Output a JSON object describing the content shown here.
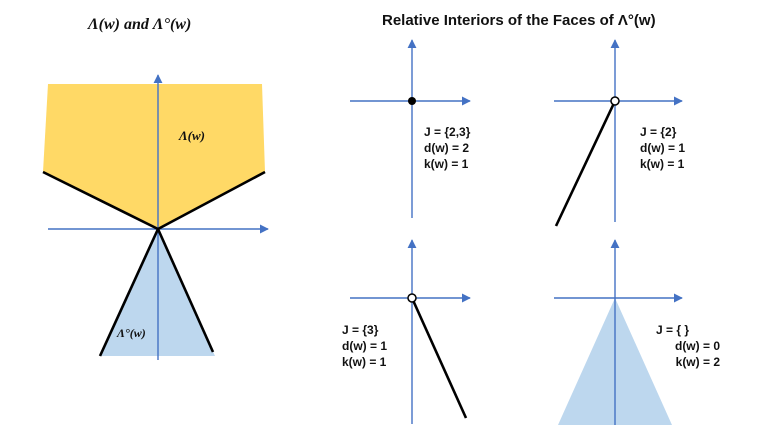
{
  "left_title": "Λ(w) and Λ°(w)",
  "right_title": "Relative Interiors of the Faces of Λ°(w)",
  "region_label": "Λ(w)",
  "cone_label": "Λ°(w)",
  "colors": {
    "axis": "#4472c4",
    "region": "#ffd966",
    "cone": "#bdd7ee",
    "edge": "#000000"
  },
  "faces": [
    {
      "J": "J = {2,3}",
      "d": "d(w) = 2",
      "k": "k(w) = 1"
    },
    {
      "J": "J = {2}",
      "d": "d(w) = 1",
      "k": "k(w) = 1"
    },
    {
      "J": "J = {3}",
      "d": "d(w) = 1",
      "k": "k(w) = 1"
    },
    {
      "J": "J = { }",
      "d": "d(w) = 0",
      "k": "k(w) = 2"
    }
  ]
}
